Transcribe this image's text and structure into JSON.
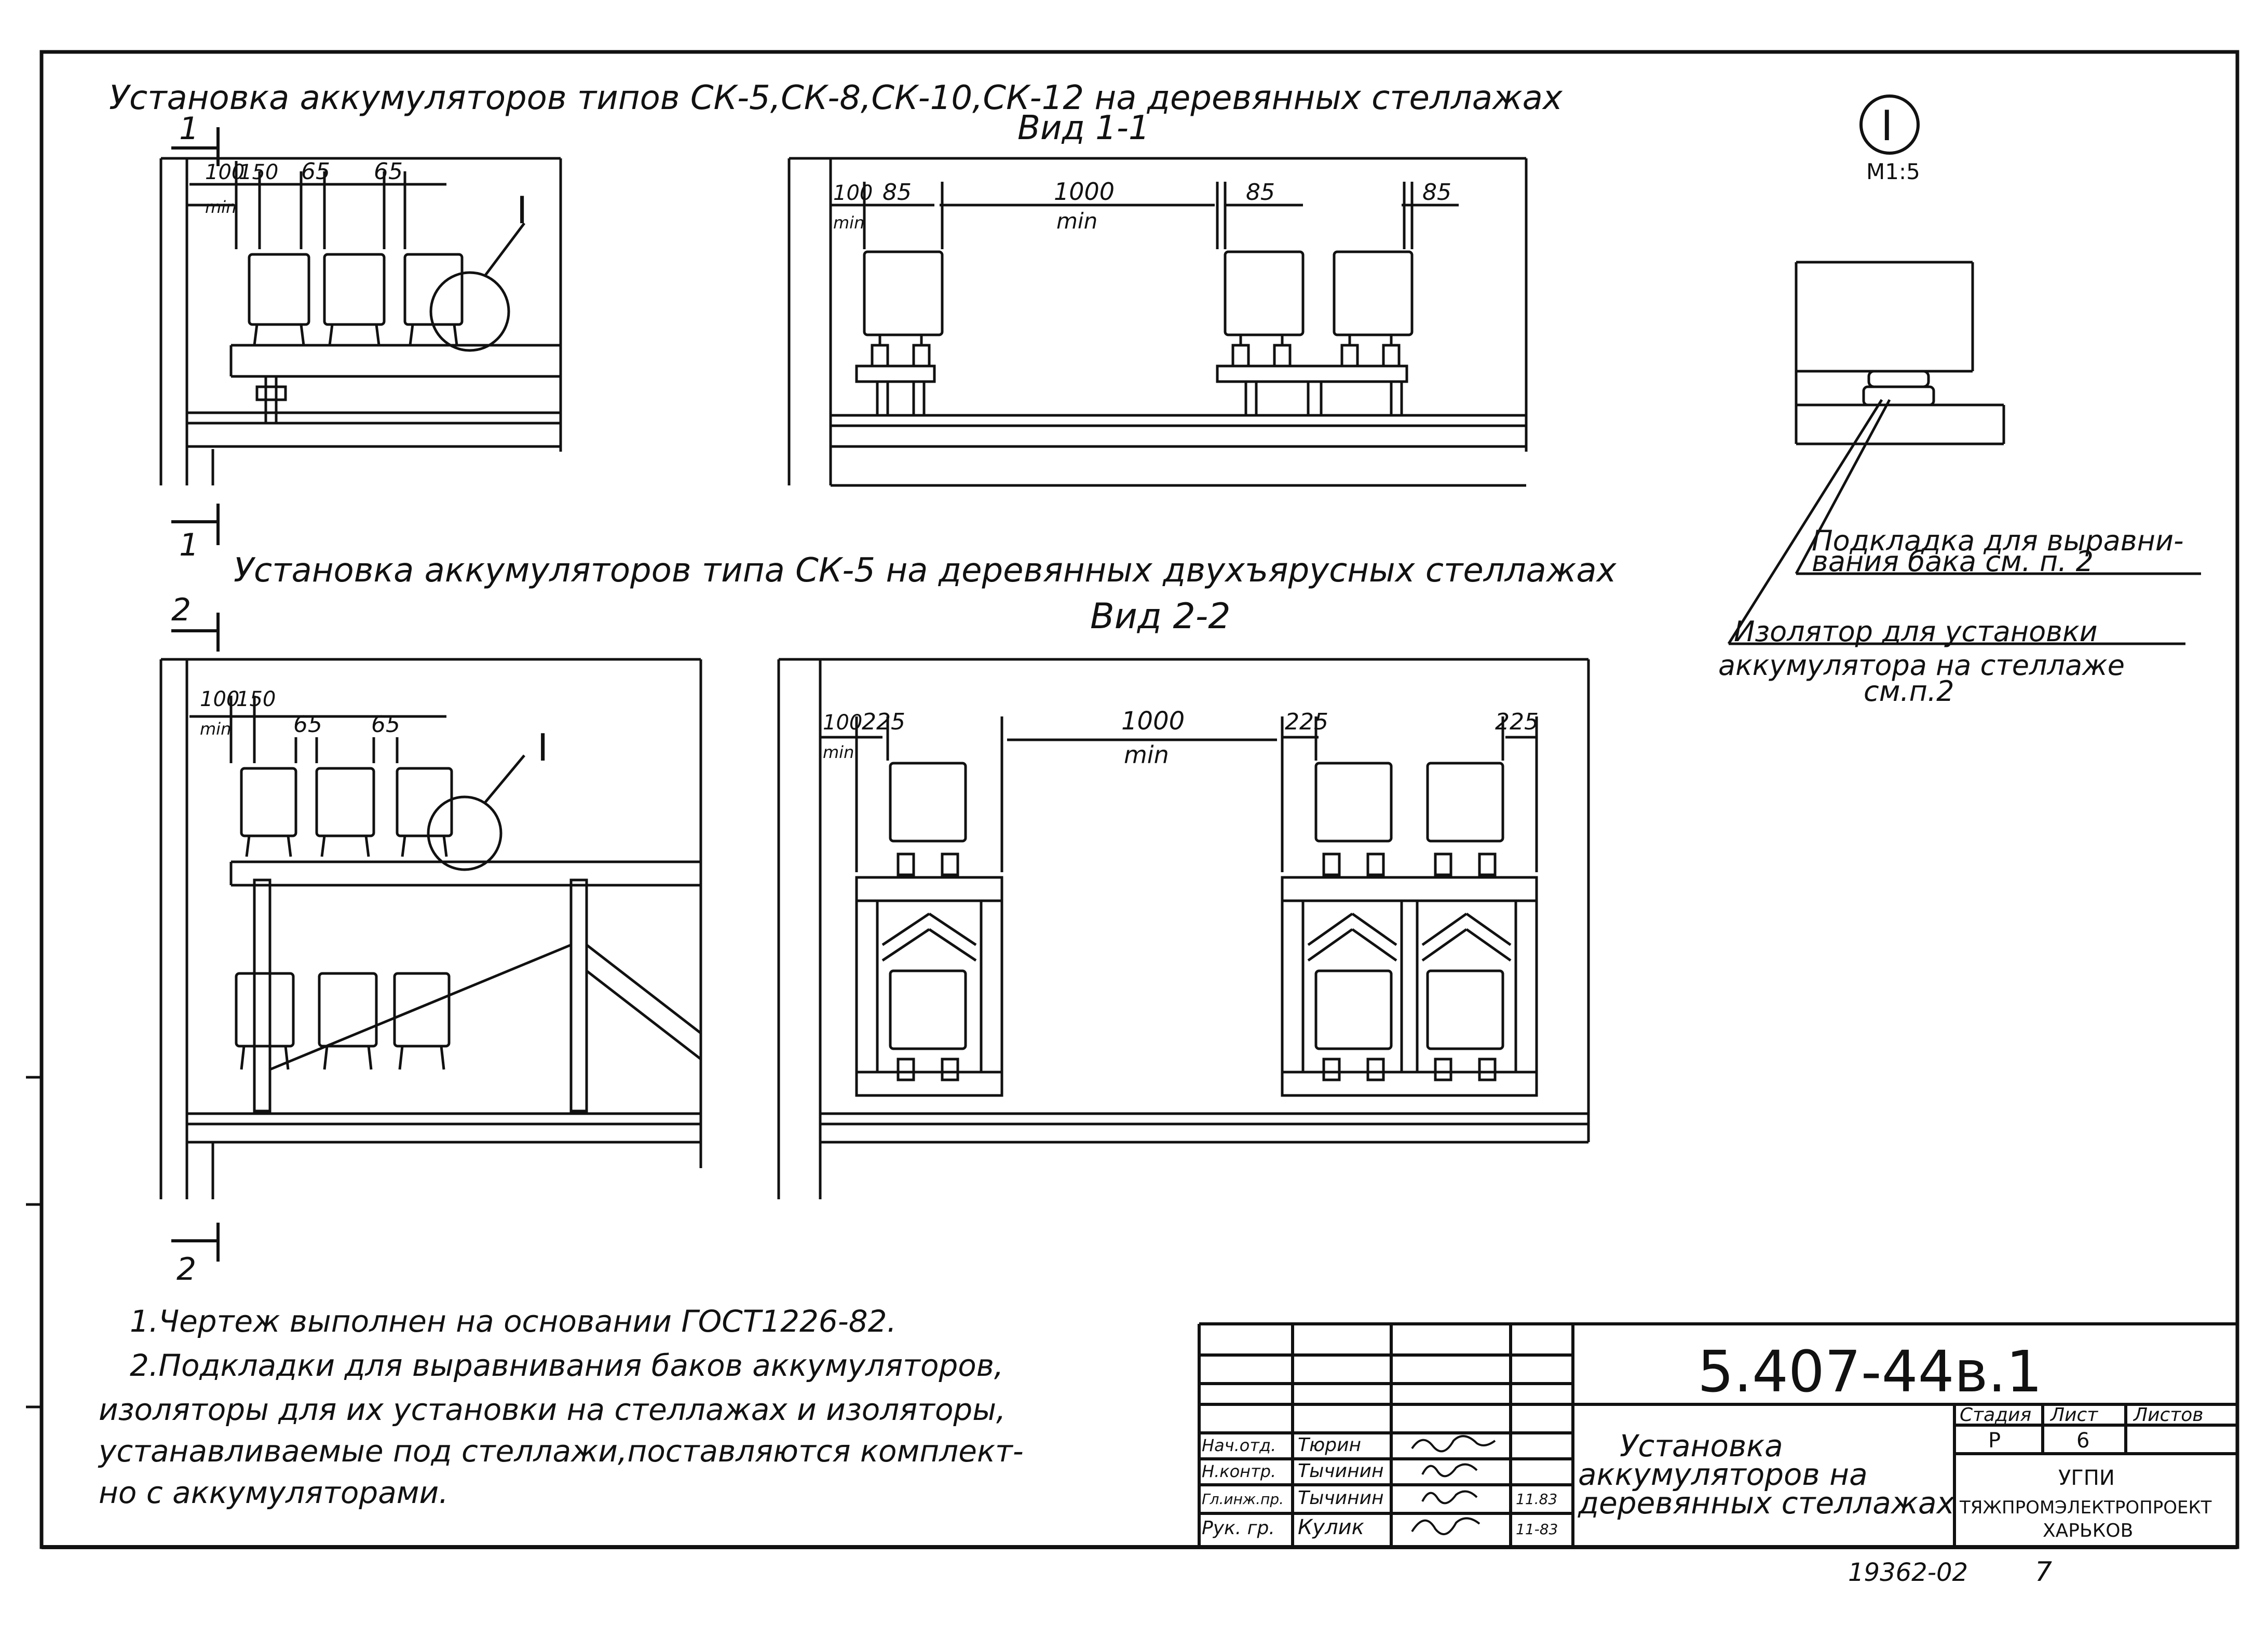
{
  "titles": {
    "view1_heading": "Установка аккумуляторов типов СК-5,СК-8,СК-10,СК-12 на деревянных стеллажах",
    "view1_label": "Вид 1-1",
    "view2_heading": "Установка аккумуляторов типа СК-5 на деревянных двухъярусных стеллажах",
    "view2_label": "Вид 2-2"
  },
  "section_marks": {
    "s1": "1",
    "s2": "2"
  },
  "detail": {
    "callout": "I",
    "circle_label": "I",
    "scale": "М1:5",
    "shim_note": [
      "Подкладка для выравни-",
      "вания бака см. п. 2"
    ],
    "insulator_note": [
      "Изолятор для установки",
      "аккумулятора на стеллаже",
      "см.п.2"
    ]
  },
  "dims": {
    "d100": "100",
    "d150": "150",
    "d65": "65",
    "d85": "85",
    "d1000": "1000",
    "d225": "225",
    "min": "min",
    "d100_150": "100 150"
  },
  "notes": [
    "1.Чертеж выполнен на основании ГОСТ1226-82.",
    "2.Подкладки для выравнивания баков аккумуляторов,",
    "изоляторы для их установки на стеллажах и изоляторы,",
    "устанавливаемые под стеллажи,поставляются комплект-",
    "но с аккумуляторами."
  ],
  "stamp": {
    "doc_code": "5.407-44в.1",
    "title": [
      "Установка",
      "аккумуляторов на",
      "деревянных стеллажах"
    ],
    "stage_label": "Стадия",
    "sheet_label": "Лист",
    "sheets_label": "Листов",
    "stage": "Р",
    "sheet": "6",
    "org": [
      "УГПИ",
      "ТЯЖПРОМЭЛЕКТРОПРОЕКТ",
      "ХАРЬКОВ"
    ],
    "signers": [
      {
        "role": "Нач.отд.",
        "name": "Тюрин",
        "date": ""
      },
      {
        "role": "Н.контр.",
        "name": "Тычинин",
        "date": ""
      },
      {
        "role": "Гл.инж.пр.",
        "name": "Тычинин",
        "date": "11.83"
      },
      {
        "role": "Рук. гр.",
        "name": "Кулик",
        "date": "11-83"
      }
    ]
  },
  "footer": {
    "inventory": "19362-02",
    "page": "7"
  }
}
